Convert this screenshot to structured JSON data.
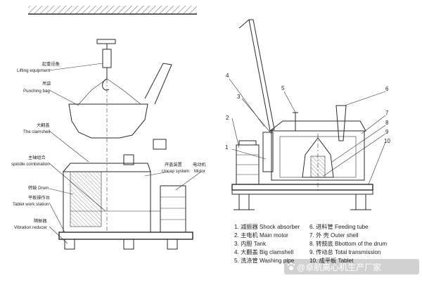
{
  "left_view": {
    "labels": [
      {
        "cn": "起重设备",
        "en": "Lifting equipment"
      },
      {
        "cn": "吊袋",
        "en": "Punching bag"
      },
      {
        "cn": "大翻盖",
        "en": "The clamshell"
      },
      {
        "cn": "主轴组合",
        "en": "spindle combination"
      },
      {
        "cn": "转鼓 Drum",
        "en": ""
      },
      {
        "cn": "平板操作台",
        "en": "Tablet work station"
      },
      {
        "cn": "隔振器",
        "en": "Vibration reducer"
      },
      {
        "cn": "开盖装置",
        "en": "Uncap system"
      },
      {
        "cn": "电动机",
        "en": "Motor"
      }
    ]
  },
  "right_view": {
    "callouts": [
      "1",
      "2",
      "3",
      "4",
      "5",
      "6",
      "7",
      "8",
      "9",
      "10"
    ]
  },
  "legend": {
    "col1": [
      "1. 减振器 Shock absorber",
      "2. 主电机 Main motor",
      "3. 内胆 Tank",
      "4. 大翻盖 Big clamshell",
      "5. 洗涤管 Washing pipe"
    ],
    "col2": [
      "6. 进料管 Feeding tube",
      "7. 外 壳 Outer shell",
      "8. 转鼓底 Bbottom of the drum",
      "9. 传动总 Total transmission",
      "10. 成平板 Tablet"
    ]
  },
  "watermark": {
    "icon": "paw-icon",
    "text": "@卓航离心机生产厂家"
  }
}
